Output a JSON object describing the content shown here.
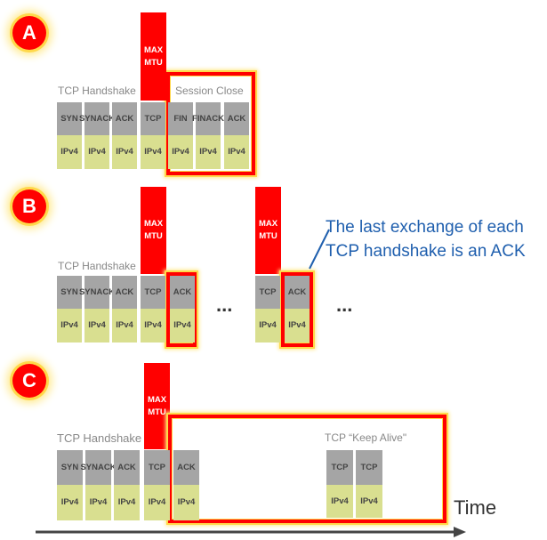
{
  "sections": {
    "a": {
      "badge": "A",
      "handshake_label": "TCP Handshake",
      "close_label": "Session Close",
      "mtu": [
        "MAX",
        "MTU"
      ],
      "cells": [
        [
          "SYN"
        ],
        [
          "SYN",
          "ACK"
        ],
        [
          "ACK"
        ],
        [
          "TCP"
        ],
        [
          "FIN"
        ],
        [
          "FIN",
          "ACK"
        ],
        [
          "ACK"
        ]
      ],
      "ip": "IPv4"
    },
    "b": {
      "badge": "B",
      "handshake_label": "TCP Handshake",
      "mtu": [
        "MAX",
        "MTU"
      ],
      "dots": "...",
      "cells": [
        [
          "SYN"
        ],
        [
          "SYN",
          "ACK"
        ],
        [
          "ACK"
        ],
        [
          "TCP"
        ],
        [
          "ACK"
        ]
      ],
      "cells2": [
        [
          "TCP"
        ],
        [
          "ACK"
        ]
      ],
      "ip": "IPv4",
      "callout": [
        "The last exchange of each",
        "TCP handshake is an ACK"
      ]
    },
    "c": {
      "badge": "C",
      "handshake_label": "TCP Handshake",
      "keepalive_label": "TCP “Keep Alive\"",
      "mtu": [
        "MAX",
        "MTU"
      ],
      "cells": [
        [
          "SYN"
        ],
        [
          "SYN",
          "ACK"
        ],
        [
          "ACK"
        ],
        [
          "TCP"
        ],
        [
          "ACK"
        ]
      ],
      "keepalive_cells": [
        [
          "TCP"
        ],
        [
          "TCP"
        ]
      ],
      "ip": "IPv4"
    }
  },
  "time_label": "Time",
  "colors": {
    "red": "#ff0000",
    "gray": "#a5a5a5",
    "green": "#d9df90",
    "callout": "#1f5fae"
  }
}
